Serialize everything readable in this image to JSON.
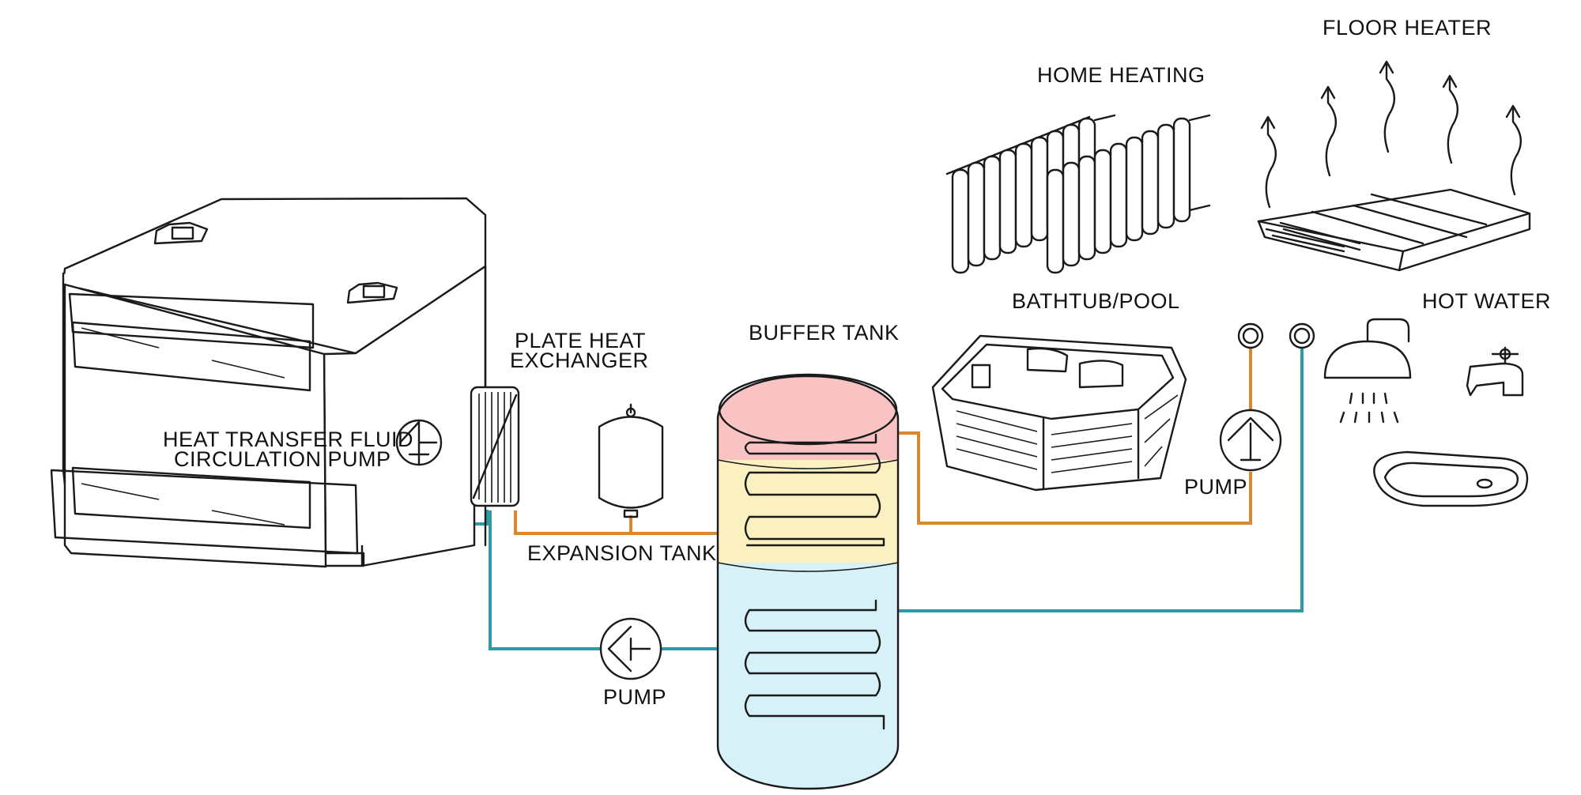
{
  "labels": {
    "floor_heater": "FLOOR HEATER",
    "home_heating": "HOME HEATING",
    "bathtub_pool": "BATHTUB/POOL",
    "hot_water": "HOT WATER",
    "plate_heat_exchanger_1": "PLATE HEAT",
    "plate_heat_exchanger_2": "EXCHANGER",
    "buffer_tank": "BUFFER TANK",
    "circulation_pump_1": "HEAT TRANSFER FLUID",
    "circulation_pump_2": "CIRCULATION PUMP",
    "pump_right": "PUMP",
    "expansion_tank": "EXPANSION TANK",
    "pump_bottom": "PUMP"
  },
  "colors": {
    "hot_pipe": "#d9882f",
    "cold_pipe": "#2e9aa3",
    "tank_hot_zone": "#f9c3c3",
    "tank_warm_zone": "#fbf0c0",
    "tank_cool_zone": "#d6f1f7",
    "outline": "#1a1a1a"
  },
  "icons": [
    "boiler-icon",
    "plate-heat-exchanger-icon",
    "circulation-pump-icon",
    "expansion-tank-icon",
    "buffer-tank-icon",
    "radiator-icon",
    "bathtub-icon",
    "floor-heater-icon",
    "shower-icon",
    "faucet-icon",
    "sink-icon",
    "pump-icon"
  ]
}
